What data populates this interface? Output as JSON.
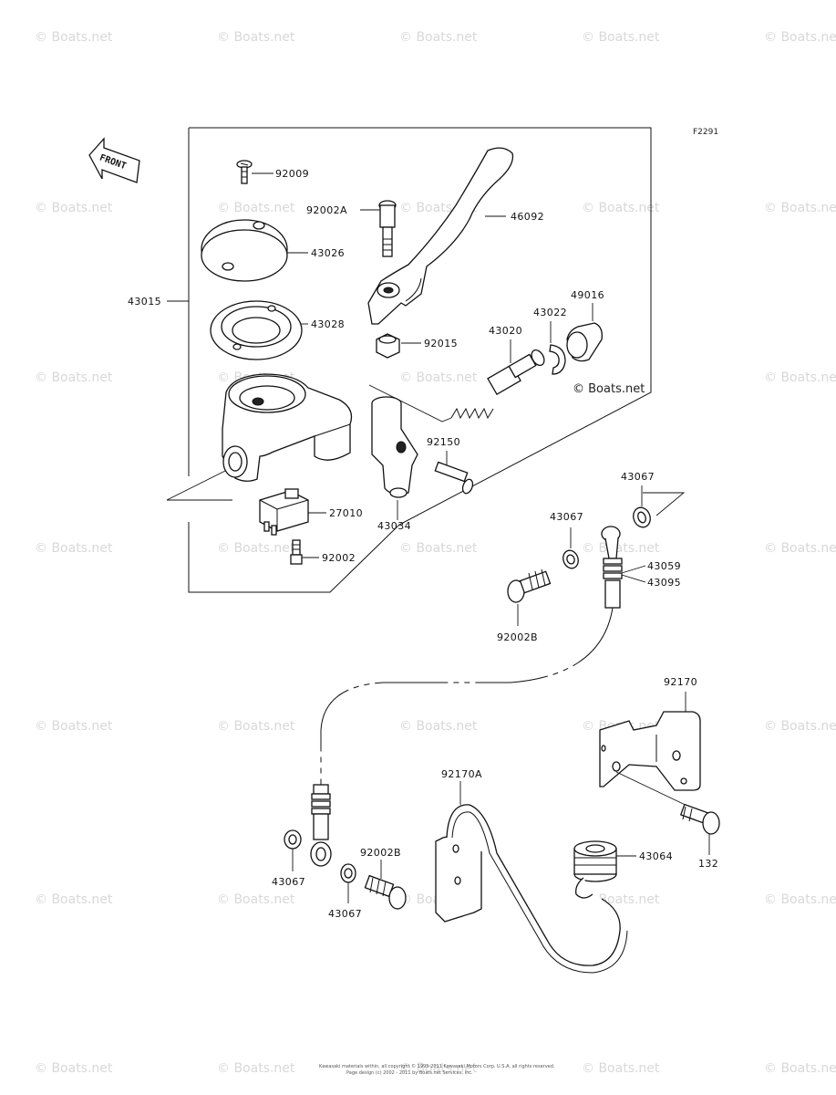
{
  "figure_code": "F2291",
  "front_label": "FRONT",
  "inline_watermark": "© Boats.net",
  "watermark_text": "© Boats.net",
  "copyright": "Kawasaki materials within, all copyright © 1995-2011 Kawasaki Motors Corp. U.S.A. all rights reserved.",
  "copyright2": "Page design (c) 2002 - 2011 by Boats.net Services, Inc.",
  "parts": {
    "p92009": "92009",
    "p92002A": "92002A",
    "p46092": "46092",
    "p43026": "43026",
    "p43015": "43015",
    "p43028": "43028",
    "p49016": "49016",
    "p43022": "43022",
    "p43020": "43020",
    "p92015": "92015",
    "p92150": "92150",
    "p27010": "27010",
    "p43034": "43034",
    "p92002": "92002",
    "p43067_a": "43067",
    "p43067_b": "43067",
    "p43059": "43059",
    "p43095": "43095",
    "p92002B_a": "92002B",
    "p92170": "92170",
    "p92170A": "92170A",
    "p43064": "43064",
    "p132": "132",
    "p92002B_b": "92002B",
    "p43067_c": "43067",
    "p43067_d": "43067"
  }
}
